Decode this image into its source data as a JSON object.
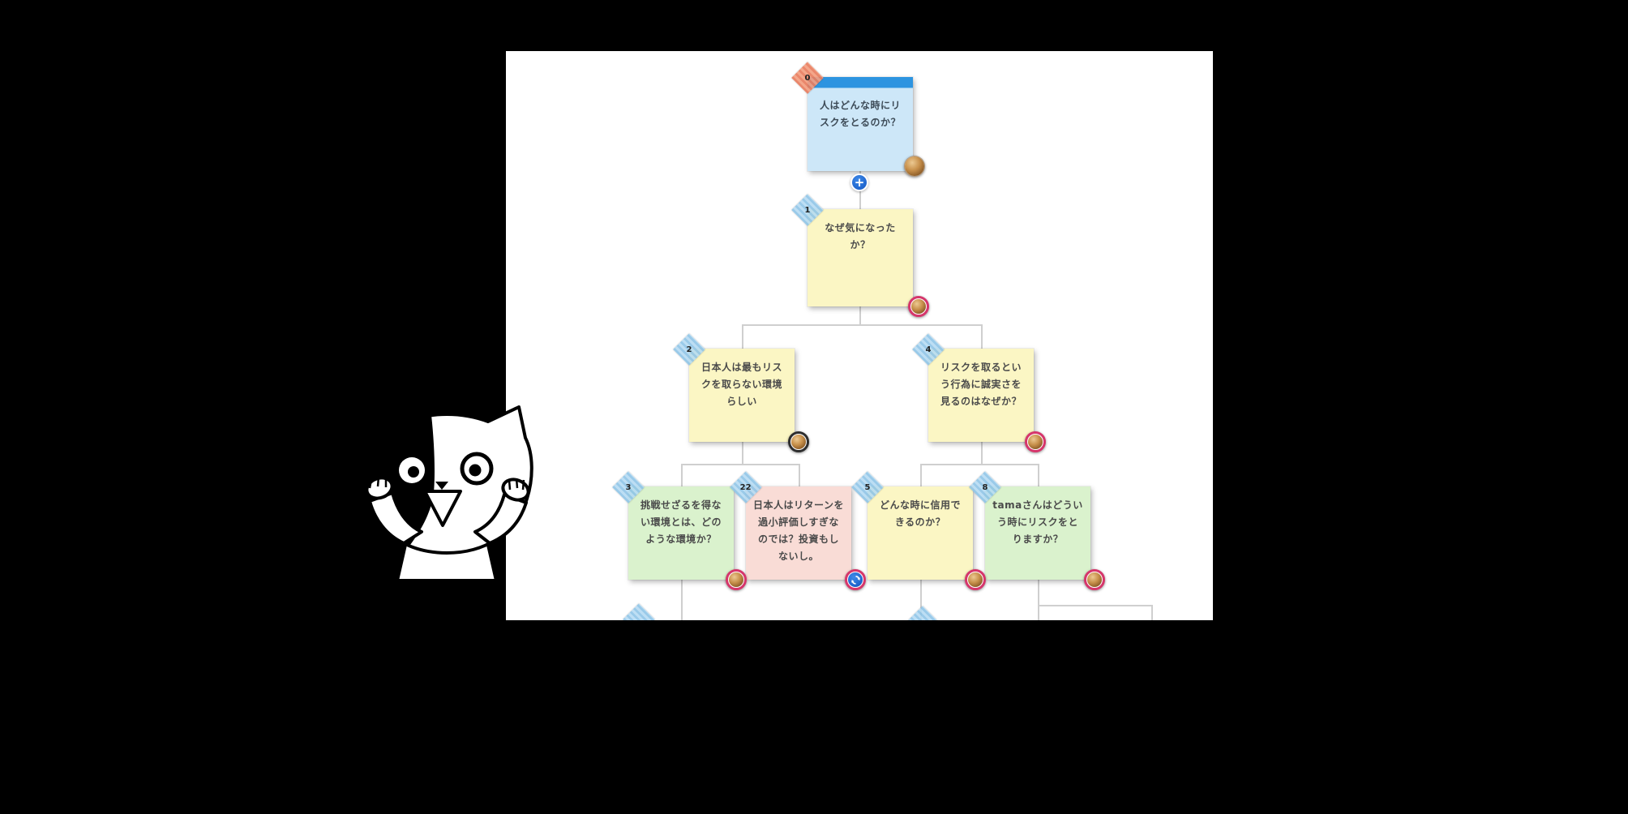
{
  "app": {
    "page_background": "#000000",
    "canvas_background": "#ffffff",
    "add_button_label": "+"
  },
  "colors": {
    "note_blue_header": "#2d94e0",
    "note_blue_body": "#cde7f8",
    "note_yellow": "#fbf6c4",
    "note_green": "#daf2cd",
    "note_pink": "#f9dcd6",
    "tape_blue": "#aed4ec",
    "tape_salmon": "#e98a6f",
    "stamp_ring_pink": "#d6366b",
    "stamp_ring_dark": "#2e2e2e",
    "action_blue": "#1d63cc",
    "connector_gray": "#cfcfcf"
  },
  "nodes": {
    "n0": {
      "badge": "0",
      "text": "人はどんな時にリスクをとるのか？",
      "color": "blue",
      "stamp": "hamster-avatar"
    },
    "n1": {
      "badge": "1",
      "text": "なぜ気になったか？",
      "color": "yellow",
      "stamp": "hamster-avatar-pink-ring"
    },
    "n2": {
      "badge": "2",
      "text": "日本人は最もリスクを取らない環境らしい",
      "color": "yellow",
      "stamp": "hamster-avatar-dark-ring"
    },
    "n4": {
      "badge": "4",
      "text": "リスクを取るという行為に誠実さを見るのはなぜか？",
      "color": "yellow",
      "stamp": "hamster-avatar-pink-ring"
    },
    "n3": {
      "badge": "3",
      "text": "挑戦せざるを得ない環境とは、どのような環境か？",
      "color": "green",
      "stamp": "hamster-avatar-pink-ring"
    },
    "n22": {
      "badge": "22",
      "text": "日本人はリターンを過小評価しすぎなのでは？投資もしないし。",
      "color": "pink",
      "stamp": "sync-refresh-icon-pink-ring"
    },
    "n5": {
      "badge": "5",
      "text": "どんな時に信用できるのか？",
      "color": "yellow",
      "stamp": "hamster-avatar-pink-ring"
    },
    "n8": {
      "badge": "8",
      "text": "tamaさんはどういう時にリスクをとりますか？",
      "color": "green",
      "stamp": "hamster-avatar-pink-ring"
    }
  },
  "decoration": {
    "mascot": "black-and-white-cat-with-raised-paws"
  }
}
